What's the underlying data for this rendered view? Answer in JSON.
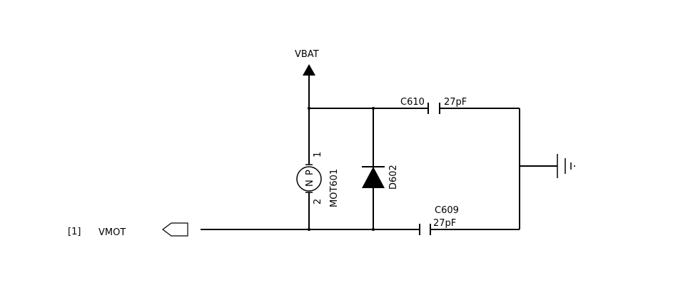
{
  "schematic": {
    "net_ref": "[1]",
    "net_label": "VMOT",
    "power_label": "VBAT",
    "motor": {
      "ref": "MOT601",
      "pin1": "1",
      "pin2": "2",
      "letter_n": "N",
      "letter_p": "P"
    },
    "diode": {
      "ref": "D602"
    },
    "cap_top": {
      "ref": "C610",
      "value": "27pF"
    },
    "cap_bottom": {
      "ref": "C609",
      "value": "27pF"
    }
  }
}
